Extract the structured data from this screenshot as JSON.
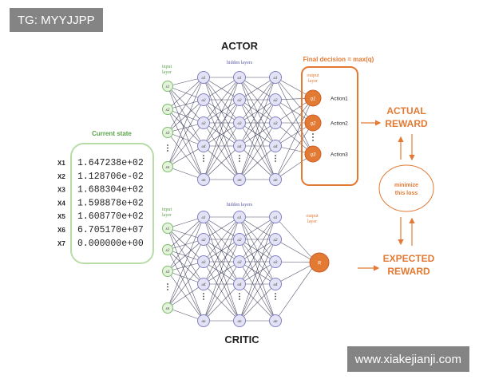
{
  "watermark_top": "TG: MYYJJPP",
  "watermark_bottom": "www.xiakejianji.com",
  "actor_title": "ACTOR",
  "critic_title": "CRITIC",
  "final_decision": "Final decision = max(q)",
  "current_state": "Current state",
  "state_rows": [
    {
      "label": "X1",
      "value": "1.647238e+02"
    },
    {
      "label": "X2",
      "value": "1.128706e-02"
    },
    {
      "label": "X3",
      "value": "1.688304e+02"
    },
    {
      "label": "X4",
      "value": "1.598878e+02"
    },
    {
      "label": "X5",
      "value": "1.608770e+02"
    },
    {
      "label": "X6",
      "value": "6.705170e+07"
    },
    {
      "label": "X7",
      "value": "0.000000e+00"
    }
  ],
  "input_layer_label": [
    "input",
    "layer"
  ],
  "hidden_layers_label": "hidden layers",
  "output_layer_label": [
    "output",
    "layer"
  ],
  "critic_output_label": [
    "output",
    "layer"
  ],
  "input_nodes": [
    "x1",
    "x2",
    "x3",
    "xn"
  ],
  "hidden_nodes": [
    "a1",
    "a2",
    "a3",
    "a4",
    "an"
  ],
  "q_nodes": [
    "q1",
    "q2",
    "q3"
  ],
  "actions": [
    "Action1",
    "Action2",
    "Action3"
  ],
  "critic_output_node": "R",
  "actual_reward": [
    "ACTUAL",
    "REWARD"
  ],
  "expected_reward": [
    "EXPECTED",
    "REWARD"
  ],
  "minimize": [
    "minimize",
    "this loss"
  ],
  "colors": {
    "green": "#7cbf6a",
    "green_fill": "#e4f3dc",
    "purple": "#7f7fc4",
    "purple_fill": "#e3e3f5",
    "orange": "#e37a33",
    "line": "#2c2c4a"
  }
}
